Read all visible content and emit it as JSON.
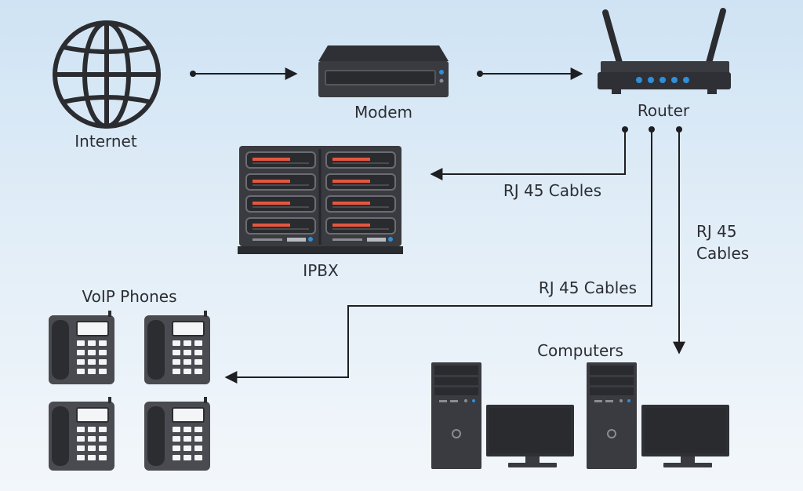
{
  "nodes": {
    "internet": "Internet",
    "modem": "Modem",
    "router": "Router",
    "ipbx": "IPBX",
    "voip": "VoIP Phones",
    "computers": "Computers"
  },
  "edges": {
    "to_ipbx": "RJ 45 Cables",
    "to_phones": "RJ 45 Cables",
    "to_computers_line1": "RJ 45",
    "to_computers_line2": "Cables"
  },
  "colors": {
    "device_dark": "#3a3b40",
    "device_mid": "#55575d",
    "led_blue": "#2f8fd8",
    "server_red": "#e4573f"
  }
}
